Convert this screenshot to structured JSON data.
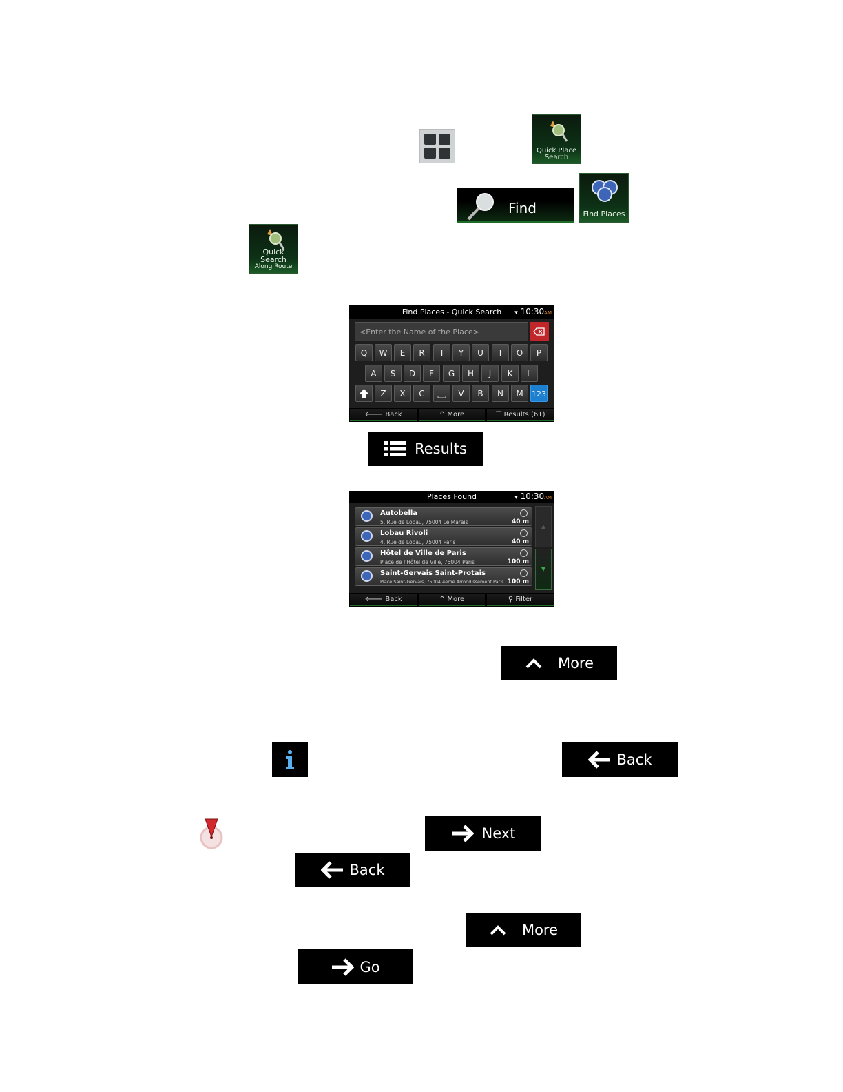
{
  "tiles": {
    "quick_place_search": [
      "Quick Place",
      "Search"
    ],
    "find_places": "Find Places",
    "quick_search_along_route": [
      "Quick Search",
      "Along Route"
    ]
  },
  "buttons": {
    "find": "Find",
    "results": "Results",
    "more_1": "More",
    "back_1": "Back",
    "next": "Next",
    "back_2": "Back",
    "more_2": "More",
    "go": "Go"
  },
  "screen1": {
    "title": "Find Places - Quick Search",
    "time": "10:30",
    "ampm": "AM",
    "placeholder": "<Enter the Name of the Place>",
    "keys_row1": [
      "Q",
      "W",
      "E",
      "R",
      "T",
      "Y",
      "U",
      "I",
      "O",
      "P"
    ],
    "keys_row2": [
      "A",
      "S",
      "D",
      "F",
      "G",
      "H",
      "J",
      "K",
      "L"
    ],
    "keys_row3": [
      "Z",
      "X",
      "C",
      "V",
      "B",
      "N",
      "M"
    ],
    "numbers_key": "123",
    "footer": {
      "back": "Back",
      "more": "More",
      "results": "Results (61)"
    }
  },
  "screen2": {
    "title": "Places Found",
    "time": "10:30",
    "ampm": "AM",
    "places": [
      {
        "name": "Autobella",
        "address": "5, Rue de Lobau, 75004 Le Marais",
        "distance": "40 m"
      },
      {
        "name": "Lobau Rivoli",
        "address": "4, Rue de Lobau, 75004 Paris",
        "distance": "40 m"
      },
      {
        "name": "Hôtel de Ville de Paris",
        "address": "Place de l'Hôtel de Ville, 75004 Paris",
        "distance": "100 m"
      },
      {
        "name": "Saint-Gervais Saint-Protais",
        "address": "Place Saint-Gervais, 75004 4ème Arrondissement Paris",
        "distance": "100 m"
      }
    ],
    "footer": {
      "back": "Back",
      "more": "More",
      "filter": "Filter"
    }
  }
}
